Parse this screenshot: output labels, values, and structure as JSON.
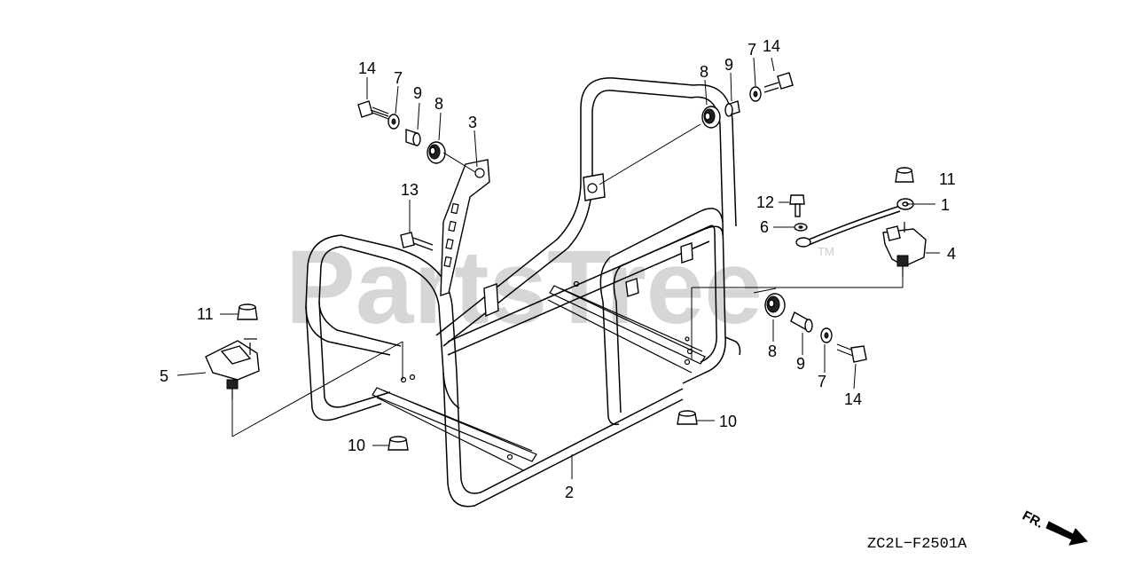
{
  "watermark": {
    "text": "PartsTree",
    "trademark": "TM"
  },
  "drawing_code": "ZC2L−F2501A",
  "front_indicator": {
    "label": "FR.",
    "icon": "arrow-right-icon"
  },
  "callouts": [
    {
      "id": "c14-left",
      "text": "14"
    },
    {
      "id": "c7-left",
      "text": "7"
    },
    {
      "id": "c9-left",
      "text": "9"
    },
    {
      "id": "c8-left",
      "text": "8"
    },
    {
      "id": "c3",
      "text": "3"
    },
    {
      "id": "c13",
      "text": "13"
    },
    {
      "id": "c8-top",
      "text": "8"
    },
    {
      "id": "c9-top",
      "text": "9"
    },
    {
      "id": "c7-top",
      "text": "7"
    },
    {
      "id": "c14-top",
      "text": "14"
    },
    {
      "id": "c11-right",
      "text": "11"
    },
    {
      "id": "c12",
      "text": "12"
    },
    {
      "id": "c1",
      "text": "1"
    },
    {
      "id": "c6",
      "text": "6"
    },
    {
      "id": "c4",
      "text": "4"
    },
    {
      "id": "c11-left",
      "text": "11"
    },
    {
      "id": "c5",
      "text": "5"
    },
    {
      "id": "c8-bottom",
      "text": "8"
    },
    {
      "id": "c9-bottom",
      "text": "9"
    },
    {
      "id": "c7-bottom",
      "text": "7"
    },
    {
      "id": "c14-bottom",
      "text": "14"
    },
    {
      "id": "c10-right",
      "text": "10"
    },
    {
      "id": "c10-left",
      "text": "10"
    },
    {
      "id": "c2",
      "text": "2"
    }
  ]
}
